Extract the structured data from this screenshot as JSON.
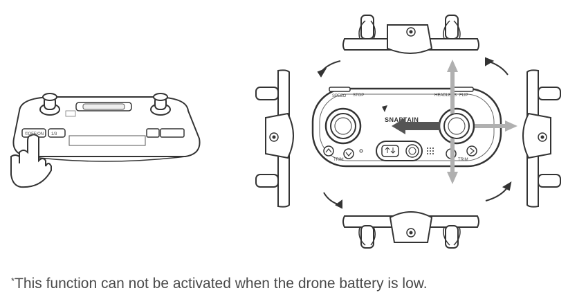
{
  "small_controller": {
    "button_label_left": "©OFF/ON",
    "button_label_right": "1/3"
  },
  "large_controller": {
    "label_speed": "SPEED",
    "label_stop": "STOP",
    "label_headless": "HEADLESS",
    "label_flip": "FLIP",
    "label_trim_left": "TRIM",
    "label_trim_right": "TRIM",
    "brand_prefix": "S",
    "brand_name": "NAPTAIN",
    "center_button_icon": "up-down-arrows-icon"
  },
  "arrows": {
    "direction_arrows": [
      "up",
      "down",
      "left",
      "right"
    ],
    "rotation_arrows": [
      "top-left",
      "top-right",
      "bottom-left",
      "bottom-right"
    ],
    "highlight_color": "#555555",
    "faded_color": "#b0b0b0"
  },
  "footnote": {
    "asterisk": "*",
    "text": "This function can not be activated when the drone battery is low."
  }
}
